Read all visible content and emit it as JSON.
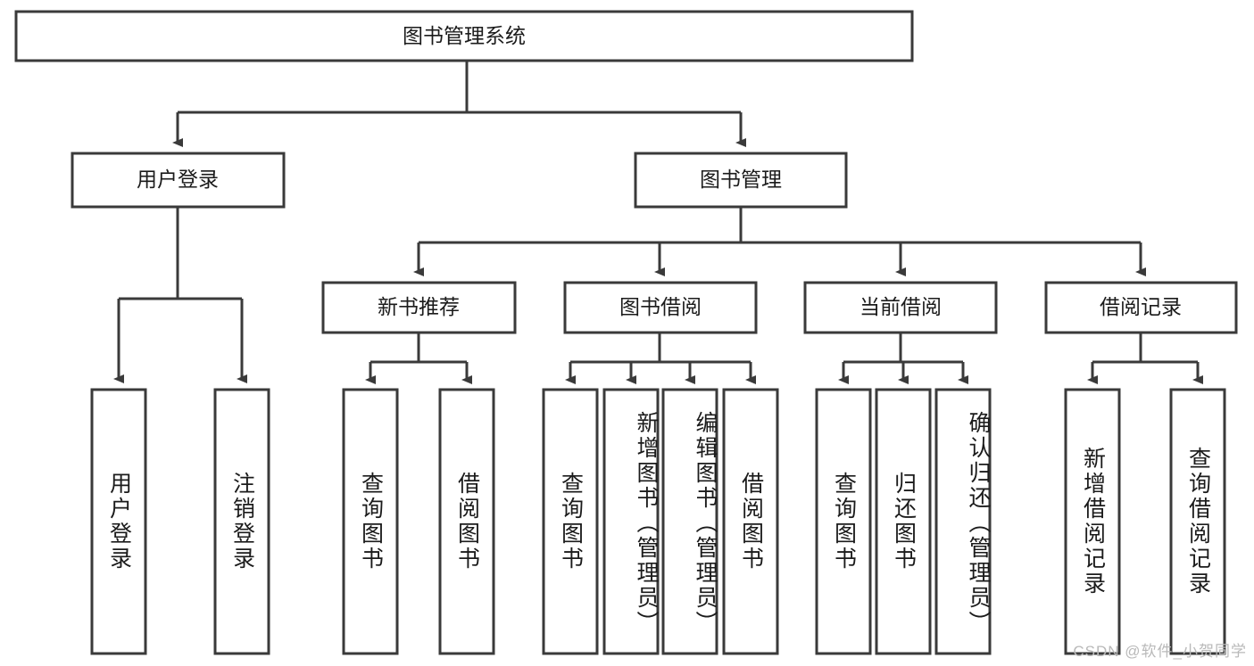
{
  "diagram": {
    "title": "图书管理系统",
    "type": "tree-hierarchy",
    "watermark": "CSDN @软件_小贺同学",
    "colors": {
      "stroke": "#3a3a3a",
      "fill": "#ffffff",
      "text": "#1b1b1b",
      "watermark": "#b9b9b9"
    },
    "root": {
      "label": "图书管理系统"
    },
    "level2": [
      {
        "label": "用户登录"
      },
      {
        "label": "图书管理"
      }
    ],
    "level3": [
      {
        "label": "新书推荐"
      },
      {
        "label": "图书借阅"
      },
      {
        "label": "当前借阅"
      },
      {
        "label": "借阅记录"
      }
    ],
    "leaves": {
      "user_login": [
        {
          "label": "用户登录"
        },
        {
          "label": "注销登录"
        }
      ],
      "new_book_recommend": [
        {
          "label": "查询图书"
        },
        {
          "label": "借阅图书"
        }
      ],
      "book_borrow": [
        {
          "label": "查询图书"
        },
        {
          "label": "新增图书（管理员）"
        },
        {
          "label": "编辑图书（管理员）"
        },
        {
          "label": "借阅图书"
        }
      ],
      "current_borrow": [
        {
          "label": "查询图书"
        },
        {
          "label": "归还图书"
        },
        {
          "label": "确认归还（管理员）"
        }
      ],
      "borrow_record": [
        {
          "label": "新增借阅记录"
        },
        {
          "label": "查询借阅记录"
        }
      ]
    }
  }
}
